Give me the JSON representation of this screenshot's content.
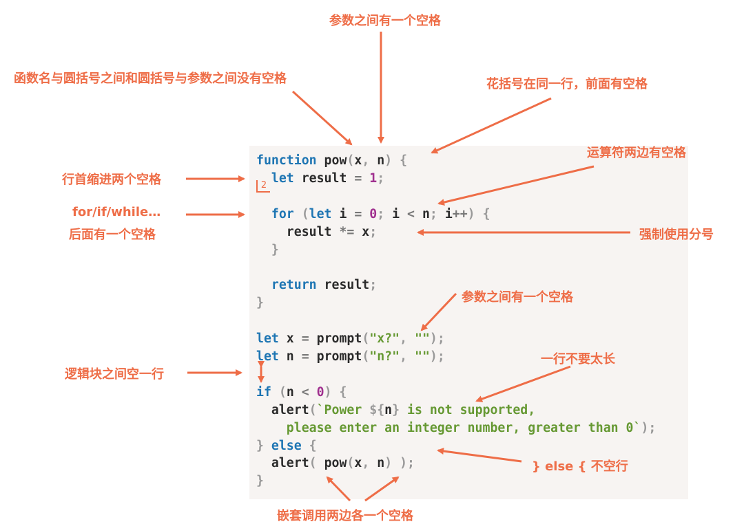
{
  "annotations": {
    "params_space_top": "参数之间有一个空格",
    "funcname_no_space": "函数名与圆括号之间和圆括号与参数之间没有空格",
    "brace_same_line": "花括号在同一行，前面有空格",
    "operators_spaces": "运算符两边有空格",
    "indent_two": "行首缩进两个空格",
    "for_if_while_line1": "for/if/while…",
    "for_if_while_line2": "后面有一个空格",
    "force_semicolon": "强制使用分号",
    "params_space_mid": "参数之间有一个空格",
    "line_not_too_long": "一行不要太长",
    "blank_line_between_blocks": "逻辑块之间空一行",
    "else_no_newline": "} else { 不空行",
    "nested_call_spaces": "嵌套调用两边各一个空格"
  },
  "indent_marker": "2",
  "colors": {
    "annotation": "#ee6d47",
    "keyword": "#1d75b3",
    "number": "#a0308f",
    "string": "#669933",
    "panel": "#f7f4f2"
  },
  "code_lines": [
    [
      [
        "kw",
        "function"
      ],
      [
        "id",
        " pow"
      ],
      [
        "punc",
        "("
      ],
      [
        "id",
        "x"
      ],
      [
        "punc",
        ", "
      ],
      [
        "id",
        "n"
      ],
      [
        "punc",
        ") {"
      ]
    ],
    [
      [
        "kw",
        "  let"
      ],
      [
        "id",
        " result "
      ],
      [
        "op",
        "="
      ],
      [
        "id",
        " "
      ],
      [
        "num",
        "1"
      ],
      [
        "punc",
        ";"
      ]
    ],
    [],
    [
      [
        "kw",
        "  for"
      ],
      [
        "id",
        " "
      ],
      [
        "punc",
        "("
      ],
      [
        "kw",
        "let"
      ],
      [
        "id",
        " i "
      ],
      [
        "op",
        "="
      ],
      [
        "id",
        " "
      ],
      [
        "num",
        "0"
      ],
      [
        "punc",
        "; "
      ],
      [
        "id",
        "i "
      ],
      [
        "op",
        "<"
      ],
      [
        "id",
        " n"
      ],
      [
        "punc",
        "; "
      ],
      [
        "id",
        "i"
      ],
      [
        "op",
        "++"
      ],
      [
        "punc",
        ") {"
      ]
    ],
    [
      [
        "id",
        "    result "
      ],
      [
        "op",
        "*="
      ],
      [
        "id",
        " x"
      ],
      [
        "punc",
        ";"
      ]
    ],
    [
      [
        "punc",
        "  }"
      ]
    ],
    [],
    [
      [
        "kw",
        "  return"
      ],
      [
        "id",
        " result"
      ],
      [
        "punc",
        ";"
      ]
    ],
    [
      [
        "punc",
        "}"
      ]
    ],
    [],
    [
      [
        "kw",
        "let"
      ],
      [
        "id",
        " x "
      ],
      [
        "op",
        "="
      ],
      [
        "id",
        " prompt"
      ],
      [
        "punc",
        "("
      ],
      [
        "str",
        "\"x?\""
      ],
      [
        "punc",
        ", "
      ],
      [
        "str",
        "\"\""
      ],
      [
        "punc",
        ");"
      ]
    ],
    [
      [
        "kw",
        "let"
      ],
      [
        "id",
        " n "
      ],
      [
        "op",
        "="
      ],
      [
        "id",
        " prompt"
      ],
      [
        "punc",
        "("
      ],
      [
        "str",
        "\"n?\""
      ],
      [
        "punc",
        ", "
      ],
      [
        "str",
        "\"\""
      ],
      [
        "punc",
        ");"
      ]
    ],
    [],
    [
      [
        "kw",
        "if"
      ],
      [
        "id",
        " "
      ],
      [
        "punc",
        "("
      ],
      [
        "id",
        "n "
      ],
      [
        "op",
        "<"
      ],
      [
        "id",
        " "
      ],
      [
        "num",
        "0"
      ],
      [
        "punc",
        ") {"
      ]
    ],
    [
      [
        "id",
        "  alert"
      ],
      [
        "punc",
        "("
      ],
      [
        "str",
        "`Power "
      ],
      [
        "punc",
        "${"
      ],
      [
        "id",
        "n"
      ],
      [
        "punc",
        "}"
      ],
      [
        "str",
        " is not supported,"
      ]
    ],
    [
      [
        "str",
        "    please enter an integer number, greater than 0`"
      ],
      [
        "punc",
        ");"
      ]
    ],
    [
      [
        "punc",
        "} "
      ],
      [
        "kw",
        "else"
      ],
      [
        "punc",
        " {"
      ]
    ],
    [
      [
        "id",
        "  alert"
      ],
      [
        "punc",
        "( "
      ],
      [
        "id",
        "pow"
      ],
      [
        "punc",
        "("
      ],
      [
        "id",
        "x"
      ],
      [
        "punc",
        ", "
      ],
      [
        "id",
        "n"
      ],
      [
        "punc",
        ") );"
      ]
    ],
    [
      [
        "punc",
        "}"
      ]
    ]
  ]
}
